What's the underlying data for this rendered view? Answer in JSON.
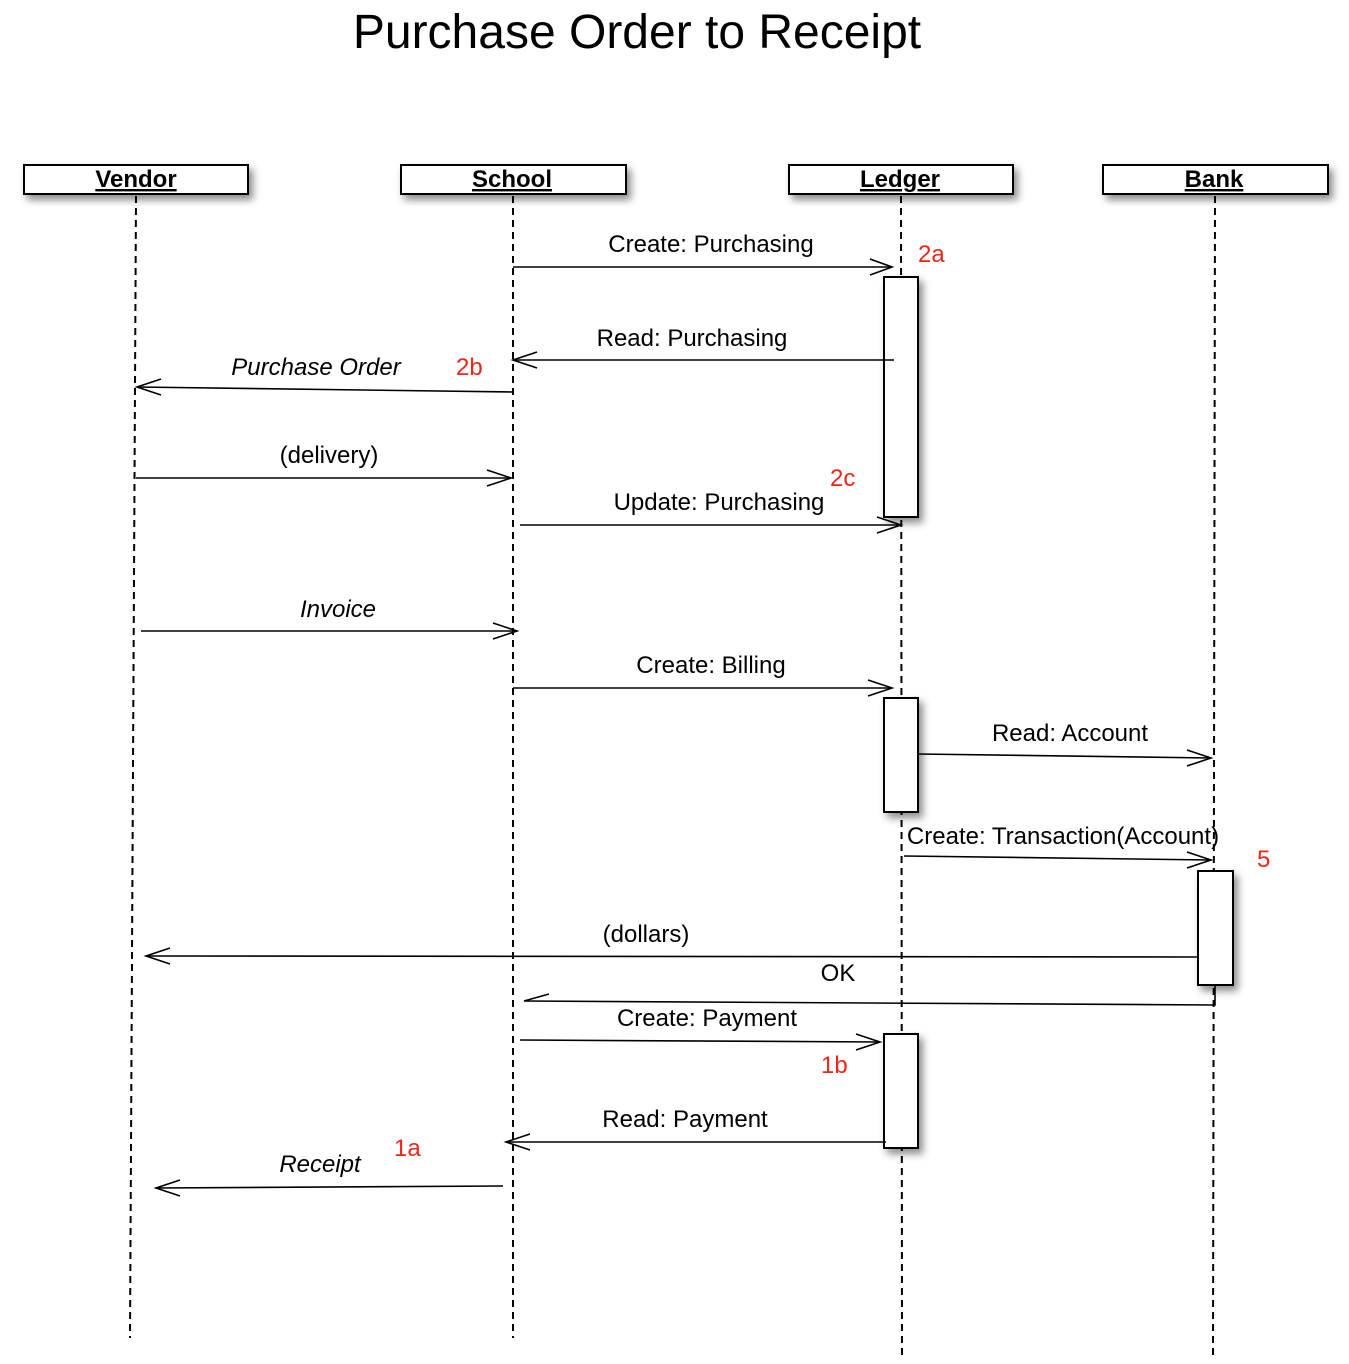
{
  "title": "Purchase Order to Receipt",
  "actors": [
    {
      "id": "vendor",
      "label": "Vendor"
    },
    {
      "id": "school",
      "label": "School"
    },
    {
      "id": "ledger",
      "label": "Ledger"
    },
    {
      "id": "bank",
      "label": "Bank"
    }
  ],
  "messages": [
    {
      "id": "create-purchasing",
      "label": "Create: Purchasing",
      "from": "school",
      "to": "ledger",
      "italic": false,
      "head": "open"
    },
    {
      "id": "read-purchasing",
      "label": "Read: Purchasing",
      "from": "ledger",
      "to": "school",
      "italic": false,
      "head": "open"
    },
    {
      "id": "purchase-order",
      "label": "Purchase Order",
      "from": "school",
      "to": "vendor",
      "italic": true,
      "head": "open"
    },
    {
      "id": "delivery",
      "label": "(delivery)",
      "from": "vendor",
      "to": "school",
      "italic": false,
      "head": "open"
    },
    {
      "id": "update-purchasing",
      "label": "Update: Purchasing",
      "from": "school",
      "to": "ledger",
      "italic": false,
      "head": "open"
    },
    {
      "id": "invoice",
      "label": "Invoice",
      "from": "vendor",
      "to": "school",
      "italic": true,
      "head": "open"
    },
    {
      "id": "create-billing",
      "label": "Create: Billing",
      "from": "school",
      "to": "ledger",
      "italic": false,
      "head": "open"
    },
    {
      "id": "read-account",
      "label": "Read: Account",
      "from": "ledger",
      "to": "bank",
      "italic": false,
      "head": "open"
    },
    {
      "id": "create-transaction",
      "label": "Create: Transaction(Account)",
      "from": "ledger",
      "to": "bank",
      "italic": false,
      "head": "open"
    },
    {
      "id": "dollars",
      "label": "(dollars)",
      "from": "bank",
      "to": "vendor",
      "italic": false,
      "head": "open"
    },
    {
      "id": "ok",
      "label": "OK",
      "from": "bank",
      "to": "school",
      "italic": false,
      "head": "half"
    },
    {
      "id": "create-payment",
      "label": "Create: Payment",
      "from": "school",
      "to": "ledger",
      "italic": false,
      "head": "open"
    },
    {
      "id": "read-payment",
      "label": "Read: Payment",
      "from": "ledger",
      "to": "school",
      "italic": false,
      "head": "open"
    },
    {
      "id": "receipt",
      "label": "Receipt",
      "from": "school",
      "to": "vendor",
      "italic": true,
      "head": "open"
    }
  ],
  "step_labels": [
    {
      "id": "2a",
      "text": "2a"
    },
    {
      "id": "2b",
      "text": "2b"
    },
    {
      "id": "2c",
      "text": "2c"
    },
    {
      "id": "5",
      "text": "5"
    },
    {
      "id": "1b",
      "text": "1b"
    },
    {
      "id": "1a",
      "text": "1a"
    }
  ],
  "colors": {
    "line": "#000000",
    "step_label": "#e8281a",
    "background": "#ffffff"
  }
}
